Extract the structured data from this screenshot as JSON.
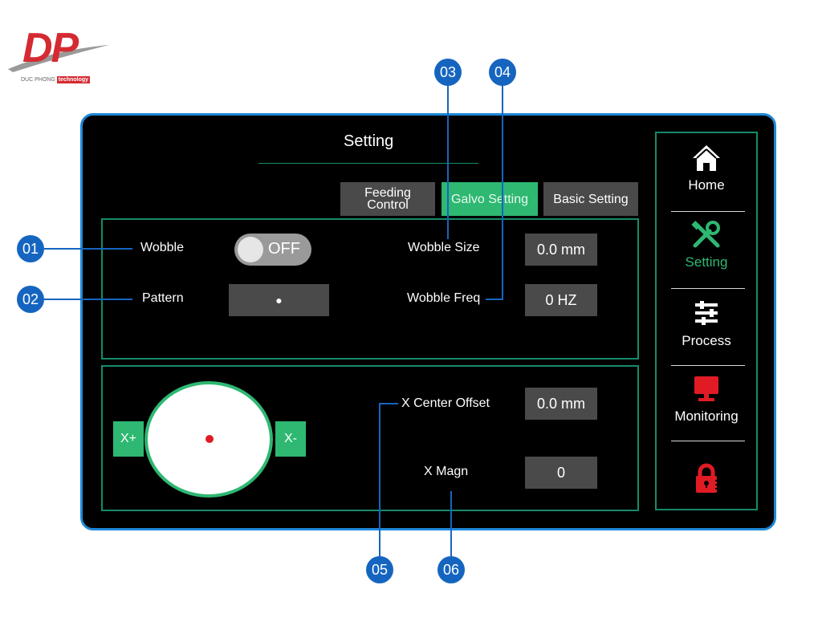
{
  "brand": {
    "logo_text": "DP",
    "tagline": "DUC PHONG",
    "tagline_tag": "technology"
  },
  "screen": {
    "title": "Setting",
    "tabs": [
      {
        "label": "Feeding Control",
        "active": false
      },
      {
        "label": "Galvo Setting",
        "active": true
      },
      {
        "label": "Basic Setting",
        "active": false
      }
    ],
    "wobble": {
      "label": "Wobble",
      "toggle_state": "OFF"
    },
    "pattern": {
      "label": "Pattern",
      "value": "●"
    },
    "wobble_size": {
      "label": "Wobble Size",
      "value": "0.0 mm"
    },
    "wobble_freq": {
      "label": "Wobble Freq",
      "value": "0 HZ"
    },
    "x_plus": "X+",
    "x_minus": "X-",
    "x_center_offset": {
      "label": "X Center Offset",
      "value": "0.0 mm"
    },
    "x_magn": {
      "label": "X Magn",
      "value": "0"
    }
  },
  "sidenav": {
    "items": [
      {
        "label": "Home",
        "icon": "home-icon",
        "active": false
      },
      {
        "label": "Setting",
        "icon": "tools-icon",
        "active": true
      },
      {
        "label": "Process",
        "icon": "sliders-icon",
        "active": false
      },
      {
        "label": "Monitoring",
        "icon": "monitor-icon",
        "active": false
      }
    ],
    "lock_icon": "lock-icon"
  },
  "callouts": [
    "01",
    "02",
    "03",
    "04",
    "05",
    "06"
  ],
  "colors": {
    "accent_green": "#2eb872",
    "frame_blue": "#1e88d8",
    "callout_blue": "#1565c0",
    "danger_red": "#e01b24",
    "field_gray": "#4a4a4a"
  }
}
